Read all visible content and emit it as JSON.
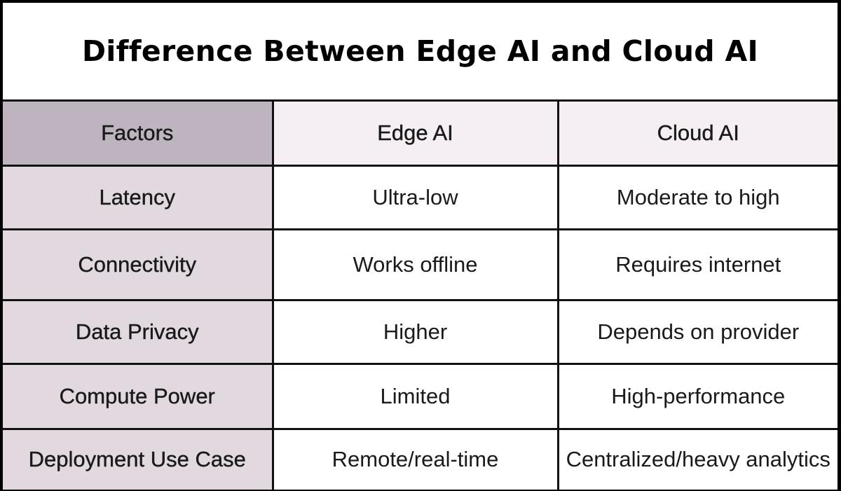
{
  "title": "Difference Between Edge AI and Cloud AI",
  "table": {
    "headers": [
      "Factors",
      "Edge AI",
      "Cloud AI"
    ],
    "rows": [
      {
        "factor": "Latency",
        "edge": "Ultra-low",
        "cloud": "Moderate to high"
      },
      {
        "factor": "Connectivity",
        "edge": "Works offline",
        "cloud": "Requires internet"
      },
      {
        "factor": "Data Privacy",
        "edge": "Higher",
        "cloud": "Depends on provider"
      },
      {
        "factor": "Compute Power",
        "edge": "Limited",
        "cloud": "High-performance"
      },
      {
        "factor": "Deployment Use Case",
        "edge": "Remote/real-time",
        "cloud": "Centralized/heavy analytics"
      }
    ]
  },
  "colors": {
    "factor_header_bg": "#bdb4c0",
    "column_header_bg": "#f5eef2",
    "factor_cell_bg": "#e1d9df",
    "value_cell_bg": "#ffffff",
    "border": "#111111"
  }
}
